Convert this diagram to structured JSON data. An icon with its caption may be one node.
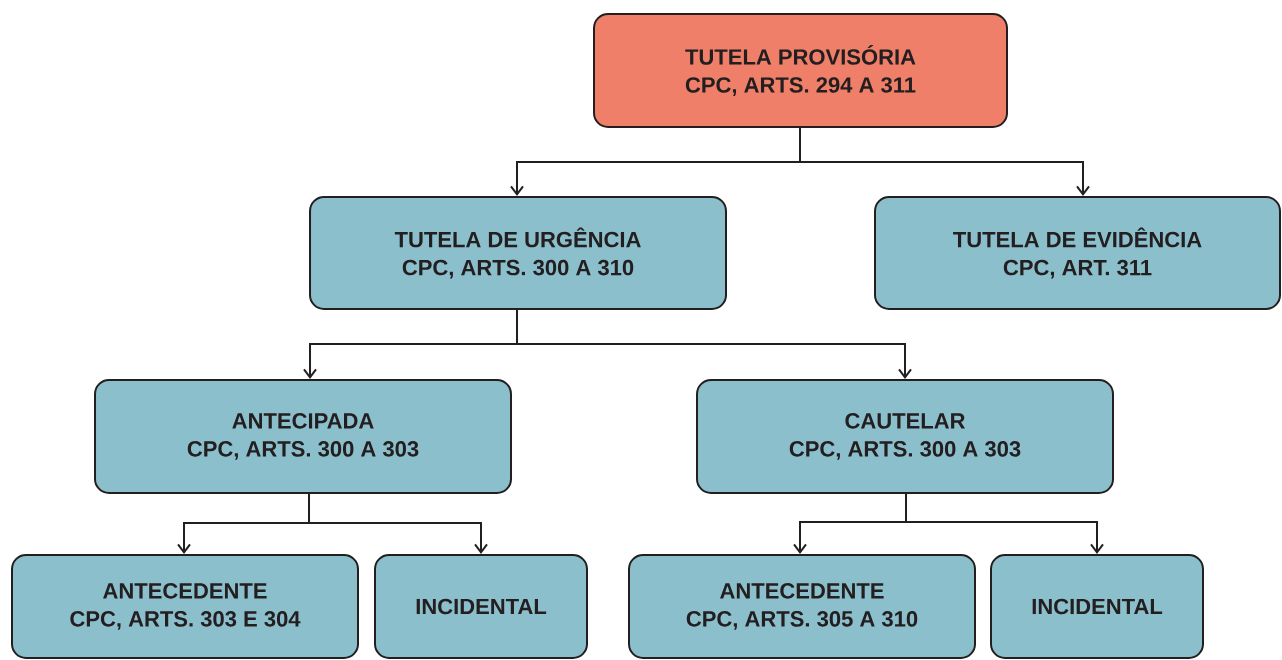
{
  "diagram": {
    "nodes": [
      {
        "text": [
          "TUTELA PROVISÓRIA",
          "CPC, ARTS. 294 A 311"
        ]
      },
      {
        "text": [
          "TUTELA DE URGÊNCIA",
          "CPC, ARTS. 300 A 310"
        ]
      },
      {
        "text": [
          "TUTELA DE EVIDÊNCIA",
          "CPC, ART. 311"
        ]
      },
      {
        "text": [
          "ANTECIPADA",
          "CPC, ARTS. 300 A 303"
        ]
      },
      {
        "text": [
          "CAUTELAR",
          "CPC, ARTS. 300 A 303"
        ]
      },
      {
        "text": [
          "ANTECEDENTE",
          "CPC, ARTS. 303 E 304"
        ]
      },
      {
        "text": [
          "INCIDENTAL"
        ]
      },
      {
        "text": [
          "ANTECEDENTE",
          "CPC, ARTS. 305 A 310"
        ]
      },
      {
        "text": [
          "INCIDENTAL"
        ]
      }
    ],
    "edges": [
      {
        "from": 0,
        "to": 1,
        "arrow": "to"
      },
      {
        "from": 0,
        "to": 2,
        "arrow": "to"
      },
      {
        "from": 1,
        "to": 3,
        "arrow": "to"
      },
      {
        "from": 1,
        "to": 4,
        "arrow": "to"
      },
      {
        "from": 3,
        "to": 5,
        "arrow": "to"
      },
      {
        "from": 3,
        "to": 6,
        "arrow": "to"
      },
      {
        "from": 4,
        "to": 7,
        "arrow": "to"
      },
      {
        "from": 4,
        "to": 8,
        "arrow": "to"
      }
    ]
  }
}
